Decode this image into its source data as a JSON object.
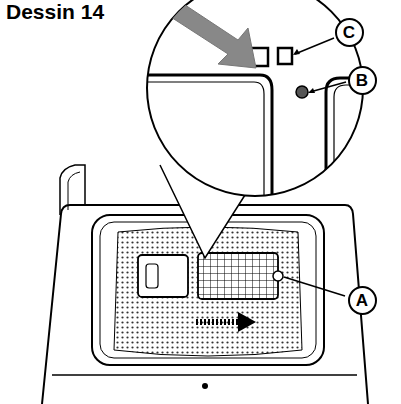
{
  "diagram": {
    "title": "Dessin 14",
    "nodes": [
      {
        "text": [
          "C"
        ]
      },
      {
        "text": [
          "B"
        ]
      },
      {
        "text": [
          "A"
        ]
      }
    ],
    "edges": []
  }
}
